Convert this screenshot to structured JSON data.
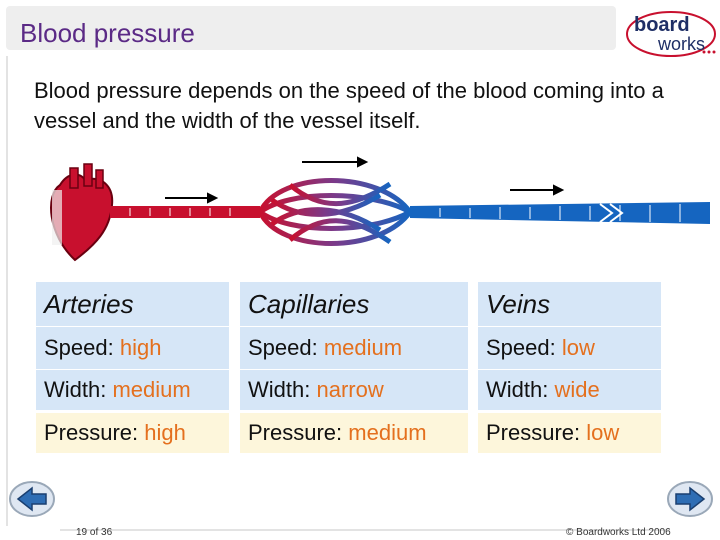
{
  "title": "Blood pressure",
  "logo": {
    "line1": "board",
    "line2": "works"
  },
  "intro": "Blood pressure depends on the speed of the blood coming into a vessel and the width of the vessel itself.",
  "table": {
    "headers": [
      "Arteries",
      "Capillaries",
      "Veins"
    ],
    "rows": [
      {
        "label": "Speed:",
        "values": [
          "high",
          "medium",
          "low"
        ]
      },
      {
        "label": "Width:",
        "values": [
          "medium",
          "narrow",
          "wide"
        ]
      },
      {
        "label": "Pressure:",
        "values": [
          "high",
          "medium",
          "low"
        ]
      }
    ]
  },
  "footer": {
    "page": "19 of 36",
    "copyright": "© Boardworks Ltd 2006"
  },
  "colors": {
    "title": "#5b2a86",
    "accent": "#e4701e",
    "artery": "#c8102e",
    "vein": "#1565c0",
    "table_blue": "#d6e6f7",
    "table_cream": "#fdf6db"
  },
  "icons": {
    "prev": "previous-arrow-icon",
    "next": "next-arrow-icon",
    "heart": "heart-icon"
  }
}
